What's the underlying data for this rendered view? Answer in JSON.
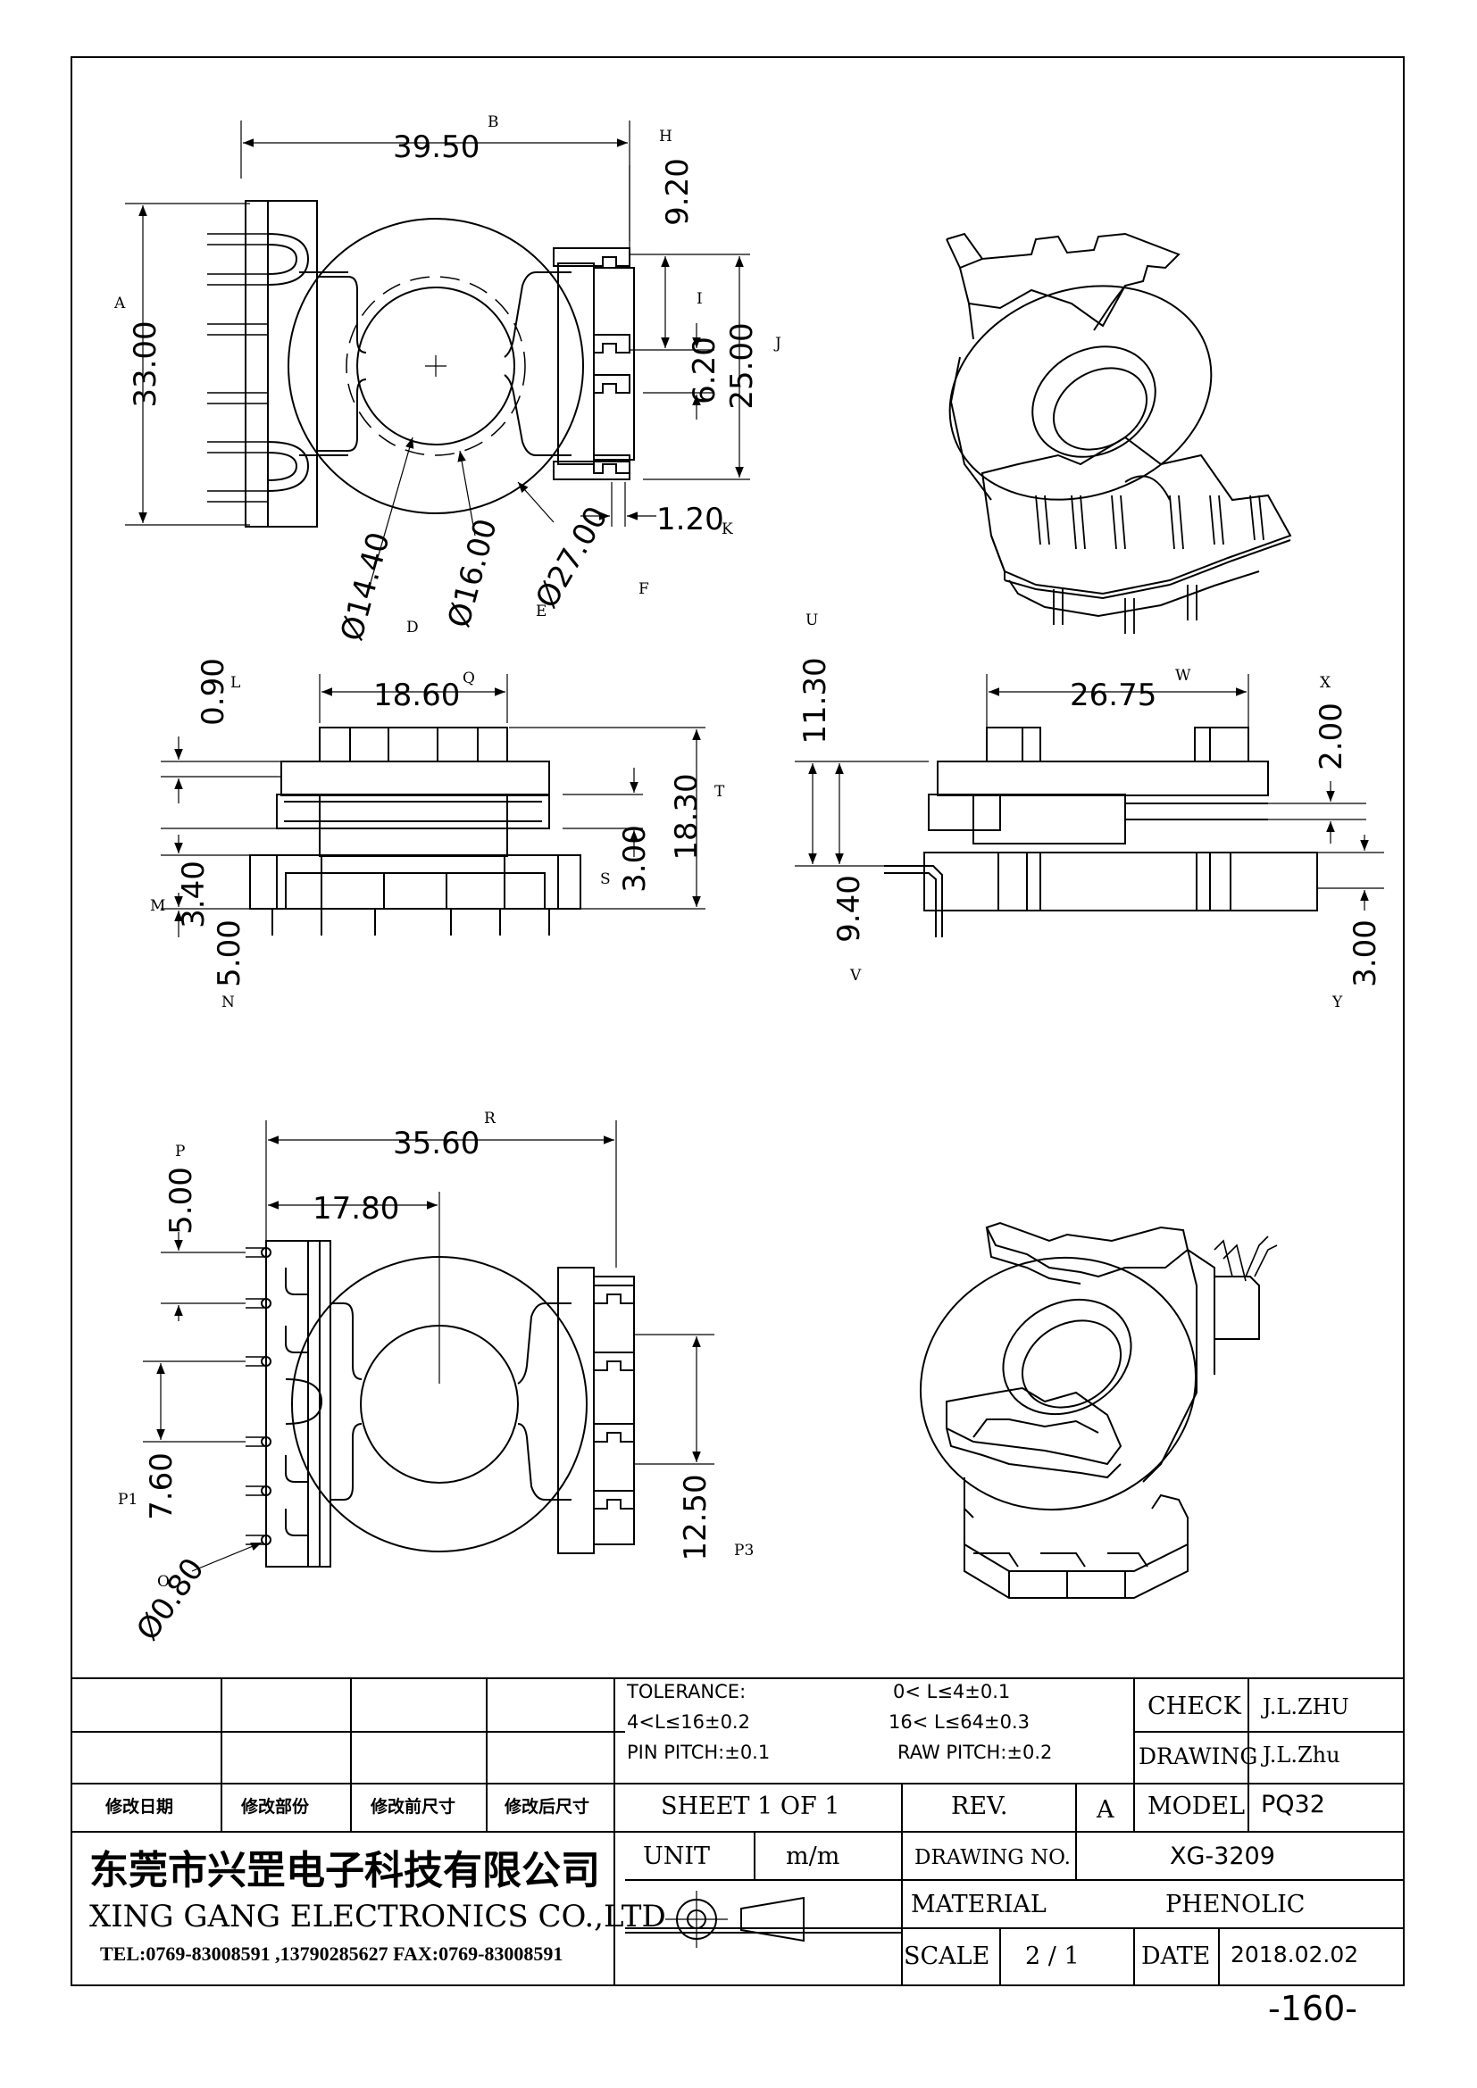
{
  "views": {
    "top": {
      "dims": {
        "width": "39.50",
        "width_tag": "B",
        "height": "33.00",
        "height_tag": "A",
        "offset_top": "9.20",
        "offset_top_tag": "H",
        "slot": "6.20",
        "slot_tag": "I",
        "span": "25.00",
        "span_tag": "J",
        "wall": "1.20",
        "wall_tag": "K",
        "d1": "Ø14.40",
        "d1_tag": "D",
        "d2": "Ø16.00",
        "d2_tag": "E",
        "d3": "Ø27.00",
        "d3_tag": "F"
      }
    },
    "front": {
      "dims": {
        "width": "18.60",
        "width_tag": "Q",
        "flange": "0.90",
        "flange_tag": "L",
        "total": "18.30",
        "total_tag": "T",
        "base": "3.00",
        "base_tag": "S",
        "step": "3.40",
        "step_tag": "M",
        "pin": "5.00",
        "pin_tag": "N"
      }
    },
    "side": {
      "dims": {
        "height": "11.30",
        "height_tag": "U",
        "width": "26.75",
        "width_tag": "W",
        "lip": "2.00",
        "lip_tag": "X",
        "lower": "9.40",
        "lower_tag": "V",
        "pin": "3.00",
        "pin_tag": "Y"
      }
    },
    "bottom": {
      "dims": {
        "width": "35.60",
        "width_tag": "R",
        "half": "17.80",
        "pin_offset": "5.00",
        "pin_offset_tag": "P",
        "pitch": "7.60",
        "pitch_tag": "P1",
        "hole": "Ø0.80",
        "hole_tag": "O",
        "span": "12.50",
        "span_tag": "P3"
      }
    }
  },
  "title_block": {
    "tolerance_label": "TOLERANCE:",
    "tol_1": "0< L≤4±0.1",
    "tol_2": "4<L≤16±0.2",
    "tol_3": "16< L≤64±0.3",
    "pin_pitch": "PIN PITCH:±0.1",
    "raw_pitch": "RAW PITCH:±0.2",
    "check_label": "CHECK",
    "check_value": "J.L.ZHU",
    "drawing_label": "DRAWING",
    "drawing_value": "J.L.Zhu",
    "rev_date": "修改日期",
    "rev_part": "修改部份",
    "rev_before": "修改前尺寸",
    "rev_after": "修改后尺寸",
    "sheet": "SHEET 1 OF 1",
    "rev_label": "REV.",
    "rev_value": "A",
    "model_label": "MODEL",
    "model_value": "PQ32",
    "unit_label": "UNIT",
    "unit_value": "m/m",
    "drawing_no_label": "DRAWING NO.",
    "drawing_no_value": "XG-3209",
    "material_label": "MATERIAL",
    "material_value": "PHENOLIC",
    "scale_label": "SCALE",
    "scale_value": "2 / 1",
    "date_label": "DATE",
    "date_value": "2018.02.02",
    "company_cn": "东莞市兴罡电子科技有限公司",
    "company_en": "XING GANG ELECTRONICS CO.,LTD",
    "contact": "TEL:0769-83008591 ,13790285627 FAX:0769-83008591"
  },
  "page_number": "-160-"
}
